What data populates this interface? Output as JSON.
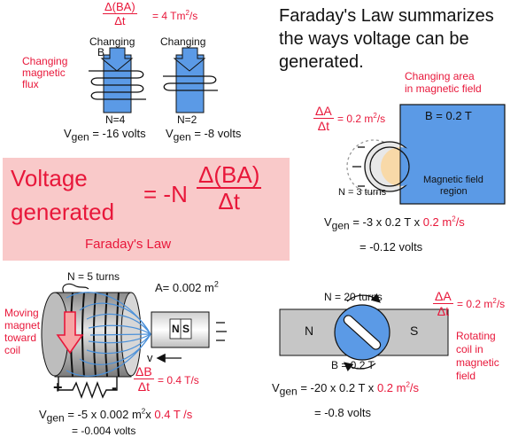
{
  "title": {
    "line1": "Faraday's Law summarizes",
    "line2": "the ways voltage can be",
    "line3": "generated."
  },
  "flux": {
    "rate_num": "Δ(BA)",
    "rate_den": "Δt",
    "rate_value": "= 4 Tm",
    "rate_value_exp": "2",
    "rate_value_unit": "/s",
    "label_line1": "Changing",
    "label_line2": "magnetic",
    "label_line3": "flux",
    "coil1_label1": "Changing",
    "coil1_label2": "B",
    "coil2_label": "Changing",
    "coil1_turns": "N=4",
    "coil2_turns": "N=2",
    "vgen1_v": "V",
    "vgen1_sub": "gen",
    "vgen1_value": "= -16 volts",
    "vgen2_v": "V",
    "vgen2_sub": "gen",
    "vgen2_value": "= -8 volts"
  },
  "formula": {
    "word1": "Voltage",
    "word2": "generated",
    "eq": "= -N",
    "num": "Δ(BA)",
    "den": "Δt",
    "caption": "Faraday's Law"
  },
  "area": {
    "label_line1": "Changing area",
    "label_line2": "in magnetic field",
    "rate_num": "ΔA",
    "rate_den": "Δt",
    "rate_value": "= 0.2 m",
    "rate_value_exp": "2",
    "rate_value_unit": "/s",
    "field_value": "B = 0.2 T",
    "turns": "N = 3 turns",
    "region_line1": "Magnetic field",
    "region_line2": "region",
    "vgen_v": "V",
    "vgen_sub": "gen",
    "vgen_eq": "= -3 x 0.2 T x",
    "vgen_red": "0.2 m",
    "vgen_red_exp": "2",
    "vgen_red_unit": "/s",
    "result": "= -0.12 volts"
  },
  "magnet": {
    "turns": "N = 5 turns",
    "area": "A= 0.002 m",
    "area_exp": "2",
    "label_line1": "Moving",
    "label_line2": "magnet",
    "label_line3": "toward",
    "label_line4": "coil",
    "pole_n": "N",
    "pole_s": "S",
    "velocity": "v",
    "plus": "+",
    "minus": "-",
    "rate_num": "ΔB",
    "rate_den": "Δt",
    "rate_value": "= 0.4 T/s",
    "vgen_v": "V",
    "vgen_sub": "gen",
    "vgen_eq": "= -5 x 0.002 m",
    "vgen_eq_exp": "2",
    "vgen_eq_x": "x",
    "vgen_red": "0.4 T /s",
    "result": "= -0.004 volts"
  },
  "rotating": {
    "turns": "N = 20 turns",
    "rate_num": "ΔA",
    "rate_den": "Δt",
    "rate_value": "= 0.2 m",
    "rate_value_exp": "2",
    "rate_value_unit": "/s",
    "pole_n": "N",
    "pole_s": "S",
    "field_value": "B = 0.2 T",
    "label_line1": "Rotating",
    "label_line2": "coil in",
    "label_line3": "magnetic",
    "label_line4": "field",
    "vgen_v": "V",
    "vgen_sub": "gen",
    "vgen_eq": "= -20 x 0.2 T x",
    "vgen_red": "0.2 m",
    "vgen_red_exp": "2",
    "vgen_red_unit": "/s",
    "result": "= -0.8 volts"
  }
}
